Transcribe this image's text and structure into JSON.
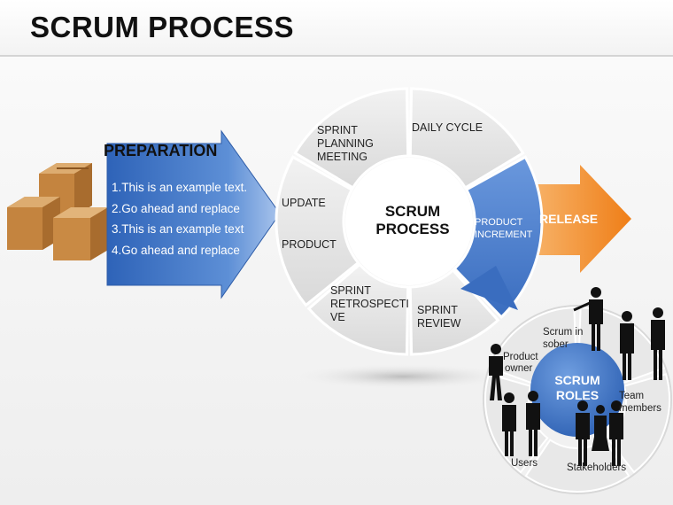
{
  "title": "SCRUM PROCESS",
  "preparation": {
    "heading": "PREPARATION",
    "items": [
      "1.This is an example text.",
      "2.Go ahead and replace",
      "3.This is an example text",
      "4.Go ahead and replace"
    ]
  },
  "cycle": {
    "center_line1": "SCRUM",
    "center_line2": "PROCESS",
    "sprint_planning": [
      "SPRINT",
      "PLANNING",
      "MEETING"
    ],
    "daily_cycle": "DAILY CYCLE",
    "product_increment": [
      "PRODUCT",
      "INCREMENT"
    ],
    "sprint_review": [
      "SPRINT",
      "REVIEW"
    ],
    "sprint_retrospective": [
      "SPRINT",
      "RETROSPECTI",
      "VE"
    ],
    "product": "PRODUCT",
    "update": "UPDATE"
  },
  "release": "RELEASE",
  "roles": {
    "center_line1": "SCRUM",
    "center_line2": "ROLES",
    "scrum_master": [
      "Scrum in",
      "sober"
    ],
    "team_members": [
      "Team",
      "members"
    ],
    "stakeholders": "Stakeholders",
    "users": "Users",
    "product_owner": [
      "Product",
      "owner"
    ]
  },
  "colors": {
    "blue": "#3f74c4",
    "orange": "#f08a24",
    "grey_segment": "#e4e4e4",
    "box": "#c98a44"
  }
}
